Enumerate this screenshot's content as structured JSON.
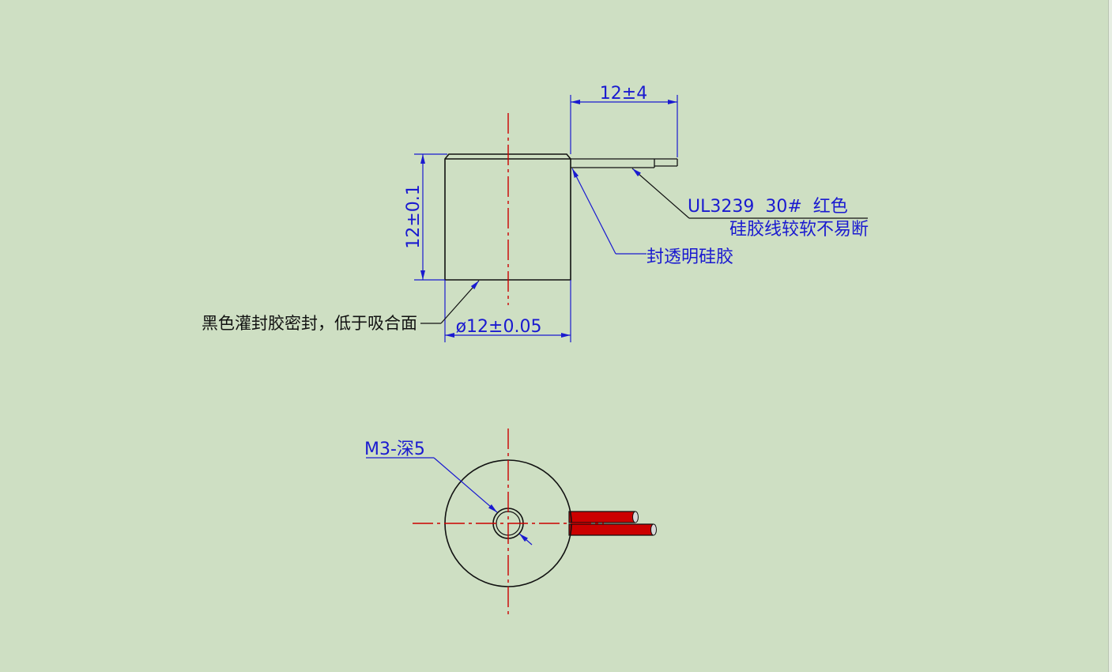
{
  "side_view": {
    "wire_length_dim": "12±4",
    "height_dim": "12±0.1",
    "diameter_dim": "ø12±0.05",
    "wire_spec_line1": "UL3239  30#  红色",
    "wire_spec_line2": "硅胶线较软不易断",
    "seal_note": "封透明硅胶",
    "bottom_note": "黑色灌封胶密封，低于吸合面"
  },
  "top_view": {
    "hole_note": "M3-深5"
  },
  "colors": {
    "background": "#cedfc3",
    "outline": "#111111",
    "dimension": "#1a1ad0",
    "centerline": "#cc0000",
    "wire": "#cc0000"
  }
}
